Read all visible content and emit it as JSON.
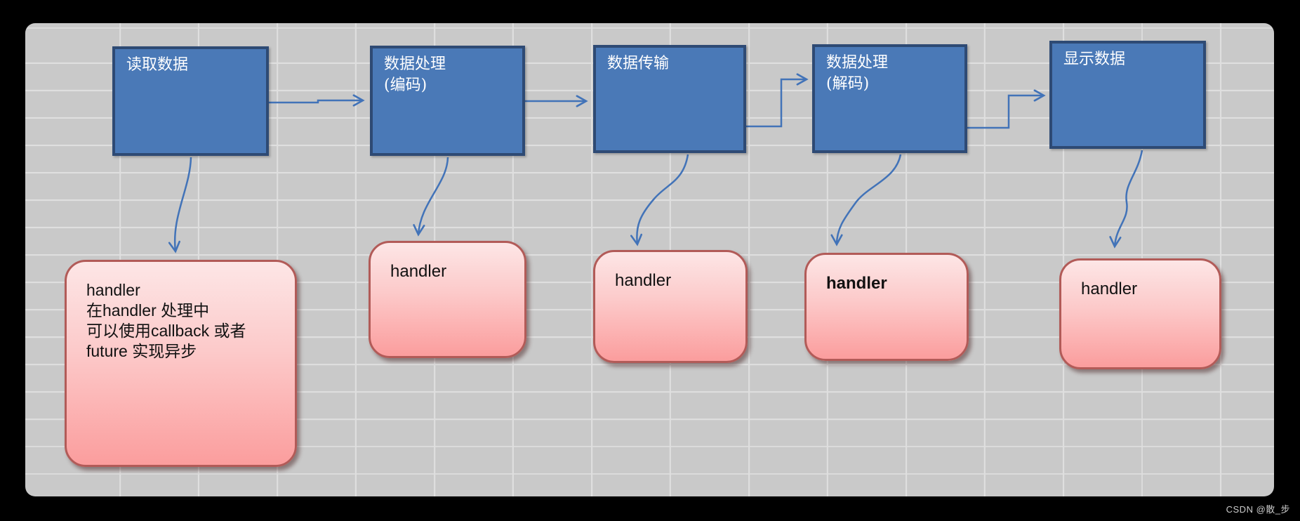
{
  "watermark": "CSDN @散_步",
  "colors": {
    "page_background": "#000000",
    "canvas_background": "#c9c9c9",
    "grid_line": "#dfdfdf",
    "process_box_fill": "#4a79b7",
    "process_box_border": "#2e4a74",
    "handler_box_fill_top": "#fde6e6",
    "handler_box_fill_bottom": "#fb9d9d",
    "handler_box_border": "#b25b58",
    "arrow": "#4273b8"
  },
  "diagram": {
    "process_boxes": [
      {
        "label": "读取数据"
      },
      {
        "label": "数据处理\n(编码)"
      },
      {
        "label": "数据传输"
      },
      {
        "label": "数据处理\n(解码)"
      },
      {
        "label": "显示数据"
      }
    ],
    "handler_boxes": [
      {
        "label": "handler\n在handler 处理中\n可以使用callback 或者\nfuture 实现异步"
      },
      {
        "label": "handler"
      },
      {
        "label": "handler"
      },
      {
        "label": "handler"
      },
      {
        "label": "handler"
      }
    ]
  }
}
